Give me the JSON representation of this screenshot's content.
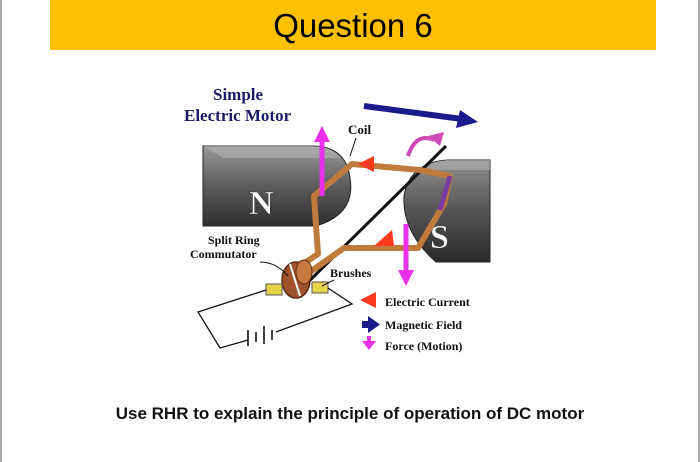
{
  "header": {
    "title": "Question 6"
  },
  "diagram": {
    "title_line1": "Simple",
    "title_line2": "Electric Motor",
    "coil_label": "Coil",
    "north_label": "N",
    "south_label": "S",
    "commutator_line1": "Split Ring",
    "commutator_line2": "Commutator",
    "brushes_label": "Brushes",
    "legend": {
      "current": "Electric Current",
      "field": "Magnetic Field",
      "force": "Force (Motion)"
    },
    "colors": {
      "magnet": "#6e6e6e",
      "coil": "#c07a3c",
      "current_arrow": "#ff3b1f",
      "field_arrow": "#1b1b8c",
      "force_arrow": "#e830e8",
      "rotation_arrow": "#d04ab8"
    }
  },
  "caption": {
    "text": "Use RHR to explain the principle of operation of DC motor"
  }
}
